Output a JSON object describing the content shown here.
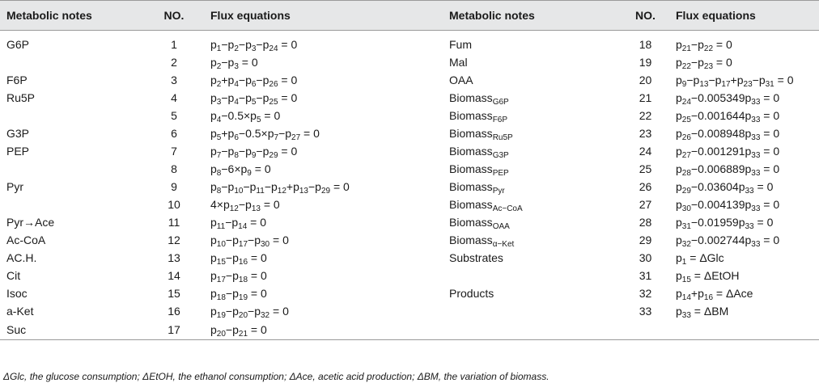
{
  "headers": [
    "Metabolic notes",
    "NO.",
    "Flux equations",
    "Metabolic notes",
    "NO.",
    "Flux equations"
  ],
  "rows": [
    {
      "n1": "G6P",
      "no1": "1",
      "e1": "p<sub>1</sub>−p<sub>2</sub>−p<sub>3</sub>−p<sub>24</sub> = 0",
      "n2": "Fum",
      "no2": "18",
      "e2": "p<sub>21</sub>−p<sub>22</sub> = 0"
    },
    {
      "n1": "",
      "no1": "2",
      "e1": "p<sub>2</sub>−p<sub>3</sub> = 0",
      "n2": "Mal",
      "no2": "19",
      "e2": "p<sub>22</sub>−p<sub>23</sub> = 0"
    },
    {
      "n1": "F6P",
      "no1": "3",
      "e1": "p<sub>2</sub>+p<sub>4</sub>−p<sub>6</sub>−p<sub>26</sub> = 0",
      "n2": "OAA",
      "no2": "20",
      "e2": "p<sub>9</sub>−p<sub>13</sub>−p<sub>17</sub>+p<sub>23</sub>−p<sub>31</sub> = 0"
    },
    {
      "n1": "Ru5P",
      "no1": "4",
      "e1": "p<sub>3</sub>−p<sub>4</sub>−p<sub>5</sub>−p<sub>25</sub> = 0",
      "n2": "Biomass<sub>G6P</sub>",
      "no2": "21",
      "e2": "p<sub>24</sub>−0.005349p<sub>33</sub> = 0"
    },
    {
      "n1": "",
      "no1": "5",
      "e1": "p<sub>4</sub>−0.5×p<sub>5</sub> = 0",
      "n2": "Biomass<sub>F6P</sub>",
      "no2": "22",
      "e2": "p<sub>25</sub>−0.001644p<sub>33</sub> = 0"
    },
    {
      "n1": "G3P",
      "no1": "6",
      "e1": "p<sub>5</sub>+p<sub>6</sub>−0.5×p<sub>7</sub>−p<sub>27</sub> = 0",
      "n2": "Biomass<sub>Ru5P</sub>",
      "no2": "23",
      "e2": "p<sub>26</sub>−0.008948p<sub>33</sub> = 0"
    },
    {
      "n1": "PEP",
      "no1": "7",
      "e1": "p<sub>7</sub>−p<sub>8</sub>−p<sub>9</sub>−p<sub>29</sub> = 0",
      "n2": "Biomass<sub>G3P</sub>",
      "no2": "24",
      "e2": "p<sub>27</sub>−0.001291p<sub>33</sub> = 0"
    },
    {
      "n1": "",
      "no1": "8",
      "e1": "p<sub>8</sub>−6×p<sub>9</sub> = 0",
      "n2": "Biomass<sub>PEP</sub>",
      "no2": "25",
      "e2": "p<sub>28</sub>−0.006889p<sub>33</sub> = 0"
    },
    {
      "n1": "Pyr",
      "no1": "9",
      "e1": "p<sub>8</sub>−p<sub>10</sub>−p<sub>11</sub>−p<sub>12</sub>+p<sub>13</sub>−p<sub>29</sub> = 0",
      "n2": "Biomass<sub>Pyr</sub>",
      "no2": "26",
      "e2": "p<sub>29</sub>−0.03604p<sub>33</sub> = 0"
    },
    {
      "n1": "",
      "no1": "10",
      "e1": "4×p<sub>12</sub>−p<sub>13</sub> = 0",
      "n2": "Biomass<sub>Ac−CoA</sub>",
      "no2": "27",
      "e2": "p<sub>30</sub>−0.004139p<sub>33</sub> = 0"
    },
    {
      "n1": "Pyr→Ace",
      "no1": "11",
      "e1": "p<sub>11</sub>−p<sub>14</sub> = 0",
      "n2": "Biomass<sub>OAA</sub>",
      "no2": "28",
      "e2": "p<sub>31</sub>−0.01959p<sub>33</sub> = 0"
    },
    {
      "n1": "Ac-CoA",
      "no1": "12",
      "e1": "p<sub>10</sub>−p<sub>17</sub>−p<sub>30</sub> = 0",
      "n2": "Biomass<sub>α−Ket</sub>",
      "no2": "29",
      "e2": "p<sub>32</sub>−0.002744p<sub>33</sub> = 0"
    },
    {
      "n1": "AC.H.",
      "no1": "13",
      "e1": "p<sub>15</sub>−p<sub>16</sub> = 0",
      "n2": "Substrates",
      "no2": "30",
      "e2": "p<sub>1</sub> = ΔGlc"
    },
    {
      "n1": "Cit",
      "no1": "14",
      "e1": "p<sub>17</sub>−p<sub>18</sub> = 0",
      "n2": "",
      "no2": "31",
      "e2": "p<sub>15</sub> = ΔEtOH"
    },
    {
      "n1": "Isoc",
      "no1": "15",
      "e1": "p<sub>18</sub>−p<sub>19</sub> = 0",
      "n2": "Products",
      "no2": "32",
      "e2": "p<sub>14</sub>+p<sub>16</sub> = ΔAce"
    },
    {
      "n1": "a-Ket",
      "no1": "16",
      "e1": "p<sub>19</sub>−p<sub>20</sub>−p<sub>32</sub> = 0",
      "n2": "",
      "no2": "33",
      "e2": "p<sub>33</sub> = ΔBM"
    },
    {
      "n1": "Suc",
      "no1": "17",
      "e1": "p<sub>20</sub>−p<sub>21</sub> = 0",
      "n2": "",
      "no2": "",
      "e2": ""
    }
  ],
  "footnote": "ΔGlc, the glucose consumption; ΔEtOH, the ethanol consumption; ΔAce, acetic acid production; ΔBM, the variation of biomass."
}
